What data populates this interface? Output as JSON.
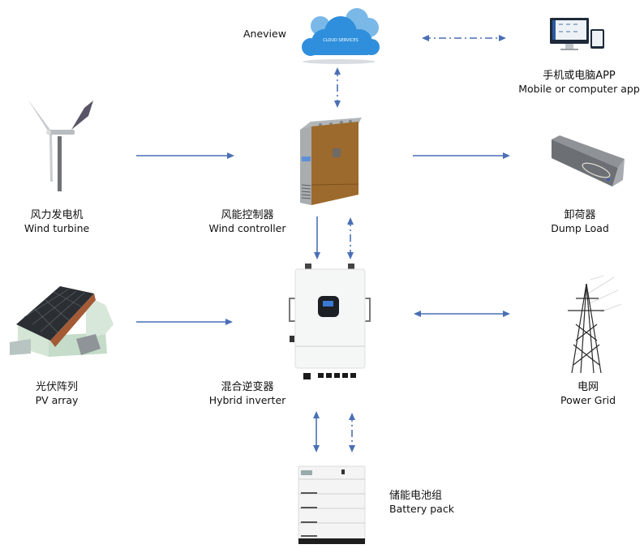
{
  "diagram": {
    "type": "system-architecture",
    "accent_color": "#4a6fb5",
    "cloud_color": "#2f8fdc",
    "nodes": {
      "cloud": {
        "label": "Aneview",
        "badge": "CLOUD SERVICES"
      },
      "app": {
        "zh": "手机或电脑APP",
        "en": "Mobile or computer app"
      },
      "wind_turbine": {
        "zh": "风力发电机",
        "en": "Wind turbine"
      },
      "wind_controller": {
        "zh": "风能控制器",
        "en": "Wind controller"
      },
      "dump_load": {
        "zh": "卸荷器",
        "en": "Dump Load"
      },
      "pv_array": {
        "zh": "光伏阵列",
        "en": "PV array"
      },
      "hybrid_inverter": {
        "zh": "混合逆变器",
        "en": "Hybrid inverter"
      },
      "power_grid": {
        "zh": "电网",
        "en": "Power Grid"
      },
      "battery_pack": {
        "zh": "储能电池组",
        "en": "Battery pack"
      }
    },
    "edges": [
      {
        "from": "cloud",
        "to": "app",
        "style": "dash-dot",
        "direction": "both",
        "kind": "communication"
      },
      {
        "from": "cloud",
        "to": "wind_controller",
        "style": "dash-dot",
        "direction": "both",
        "kind": "communication"
      },
      {
        "from": "wind_turbine",
        "to": "wind_controller",
        "style": "solid",
        "direction": "forward",
        "kind": "power"
      },
      {
        "from": "wind_controller",
        "to": "dump_load",
        "style": "solid",
        "direction": "forward",
        "kind": "power"
      },
      {
        "from": "wind_controller",
        "to": "hybrid_inverter",
        "style": "solid",
        "direction": "forward",
        "kind": "power"
      },
      {
        "from": "wind_controller",
        "to": "hybrid_inverter",
        "style": "dash-dot",
        "direction": "both",
        "kind": "communication"
      },
      {
        "from": "pv_array",
        "to": "hybrid_inverter",
        "style": "solid",
        "direction": "forward",
        "kind": "power"
      },
      {
        "from": "hybrid_inverter",
        "to": "power_grid",
        "style": "solid",
        "direction": "both",
        "kind": "power"
      },
      {
        "from": "hybrid_inverter",
        "to": "battery_pack",
        "style": "solid",
        "direction": "both",
        "kind": "power"
      },
      {
        "from": "hybrid_inverter",
        "to": "battery_pack",
        "style": "dash-dot",
        "direction": "both",
        "kind": "communication"
      }
    ]
  }
}
